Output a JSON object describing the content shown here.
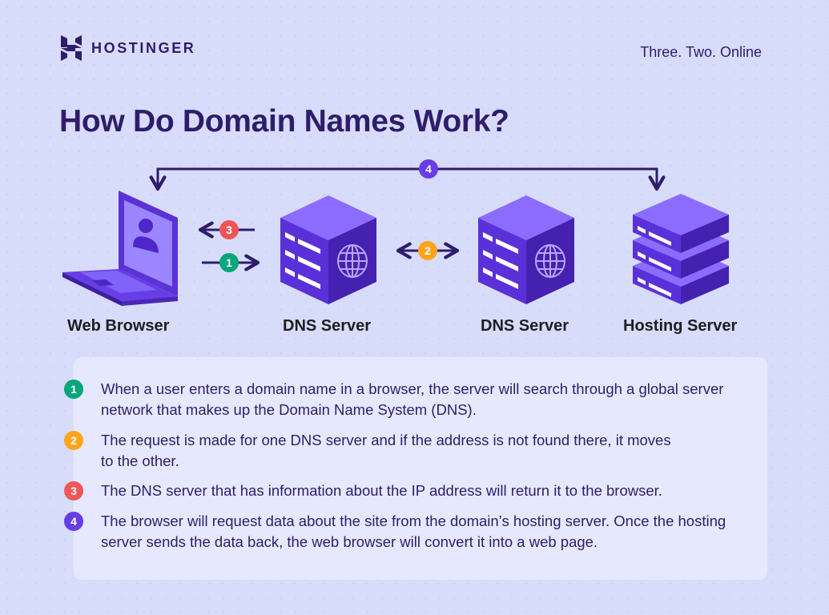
{
  "brand": {
    "name": "HOSTINGER",
    "tagline": "Three. Two. Online"
  },
  "title": "How Do Domain Names Work?",
  "colors": {
    "background": "#d8dcfb",
    "panel": "#e6e9fd",
    "primary": "#673de6",
    "text": "#2f1c6a",
    "step1": "#00a77a",
    "step2": "#ffa41b",
    "step3": "#f05656",
    "step4": "#673de6"
  },
  "nodes": [
    {
      "id": "browser",
      "label": "Web Browser",
      "icon": "laptop-icon"
    },
    {
      "id": "dns1",
      "label": "DNS Server",
      "icon": "dns-server-icon"
    },
    {
      "id": "dns2",
      "label": "DNS Server",
      "icon": "dns-server-icon"
    },
    {
      "id": "hosting",
      "label": "Hosting Server",
      "icon": "server-stack-icon"
    }
  ],
  "arrows": [
    {
      "number": "1",
      "from": "browser",
      "to": "dns1"
    },
    {
      "number": "2",
      "from": "dns1",
      "to": "dns2",
      "bidirectional": true
    },
    {
      "number": "3",
      "from": "dns1",
      "to": "browser"
    },
    {
      "number": "4",
      "from": "hosting",
      "to": "browser",
      "bidirectional": true
    }
  ],
  "steps": [
    {
      "number": "1",
      "text": "When a user enters a domain name in a browser, the server will search through a global server network that makes up the Domain Name System (DNS)."
    },
    {
      "number": "2",
      "text": "The request is made for one DNS server and if the address is not found there, it moves to the other."
    },
    {
      "number": "3",
      "text": "The DNS server that has information about the IP address will return it to the browser."
    },
    {
      "number": "4",
      "text": "The browser will request data about the site from the domain’s hosting server. Once the hosting server sends the data back, the web browser will convert it into a web page."
    }
  ]
}
